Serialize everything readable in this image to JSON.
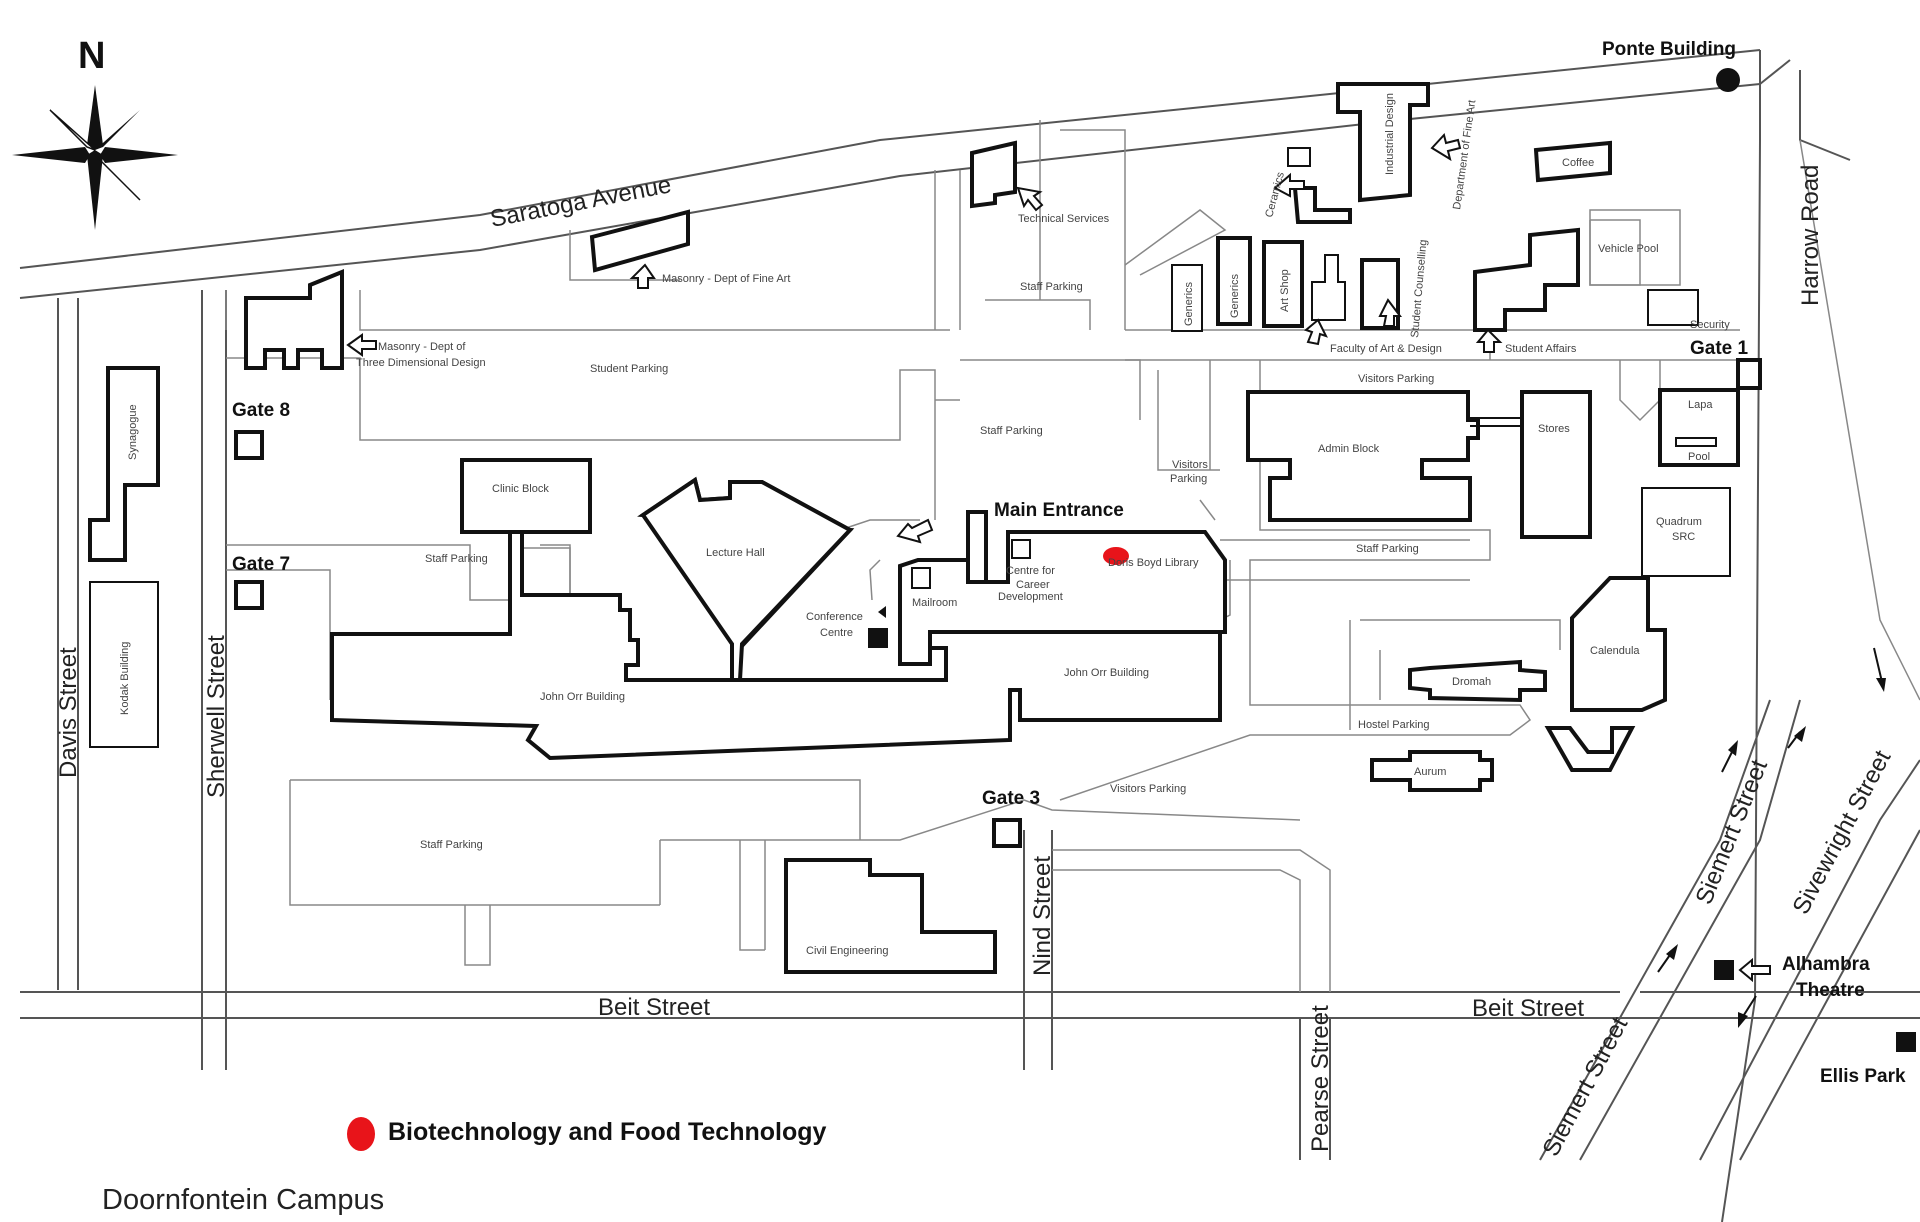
{
  "north_label": "N",
  "streets": {
    "saratoga": "Saratoga Avenue",
    "harrow": "Harrow Road",
    "davis": "Davis Street",
    "sherwell": "Sherwell Street",
    "nind": "Nind Street",
    "beit_left": "Beit Street",
    "beit_right": "Beit Street",
    "pearse": "Pearse Street",
    "siemert_lower": "Siemert Street",
    "siemert_upper": "Siemert Street",
    "sivewright": "Sivewright Street"
  },
  "gates": {
    "gate1": "Gate 1",
    "gate3": "Gate 3",
    "gate7": "Gate 7",
    "gate8": "Gate 8"
  },
  "places": {
    "ponte": "Ponte Building",
    "main_entrance": "Main Entrance",
    "alhambra_line1": "Alhambra",
    "alhambra_line2": "Theatre",
    "ellis": "Ellis Park"
  },
  "buildings": {
    "synagogue": "Synagogue",
    "kodak": "Kodak Building",
    "masonry_dfa": "Masonry - Dept of Fine Art",
    "masonry_3d_1": "Masonry - Dept of",
    "masonry_3d_2": "Three Dimensional Design",
    "student_parking": "Student Parking",
    "technical_services": "Technical Services",
    "staff_parking_top": "Staff Parking",
    "ceramics": "Ceramics",
    "industrial_design": "Industrial Design",
    "dept_fine_art": "Department of Fine Art",
    "coffee": "Coffee",
    "vehicle_pool": "Vehicle Pool",
    "security": "Security",
    "generics1": "Generics",
    "generics2": "Generics",
    "art_shop": "Art Shop",
    "student_counselling": "Student Counselling",
    "faculty_art_design": "Faculty of Art & Design",
    "student_affairs": "Student Affairs",
    "visitors_parking_top": "Visitors Parking",
    "staff_parking_mid": "Staff Parking",
    "visitors_parking_side_1": "Visitors",
    "visitors_parking_side_2": "Parking",
    "admin_block": "Admin Block",
    "stores": "Stores",
    "lapa": "Lapa",
    "pool": "Pool",
    "quadrum_1": "Quadrum",
    "quadrum_2": "SRC",
    "clinic_block": "Clinic Block",
    "staff_parking_left": "Staff Parking",
    "lecture_hall": "Lecture Hall",
    "library": "Doris Boyd Library",
    "ccd_1": "Centre for",
    "ccd_2": "Career",
    "ccd_3": "Development",
    "mailroom": "Mailroom",
    "conference_1": "Conference",
    "conference_2": "Centre",
    "john_orr_left": "John Orr Building",
    "john_orr_right": "John Orr Building",
    "staff_parking_right": "Staff Parking",
    "hostel_1": "Dromah",
    "hostel_parking": "Hostel Parking",
    "calendula": "Calendula",
    "aurum": "Aurum",
    "visitors_parking_bottom": "Visitors Parking",
    "staff_parking_bottom": "Staff Parking",
    "civil_engineering": "Civil Engineering"
  },
  "legend": {
    "label": "Biotechnology and Food Technology",
    "marker_color": "#e8141a"
  },
  "campus_name": "Doornfontein Campus"
}
